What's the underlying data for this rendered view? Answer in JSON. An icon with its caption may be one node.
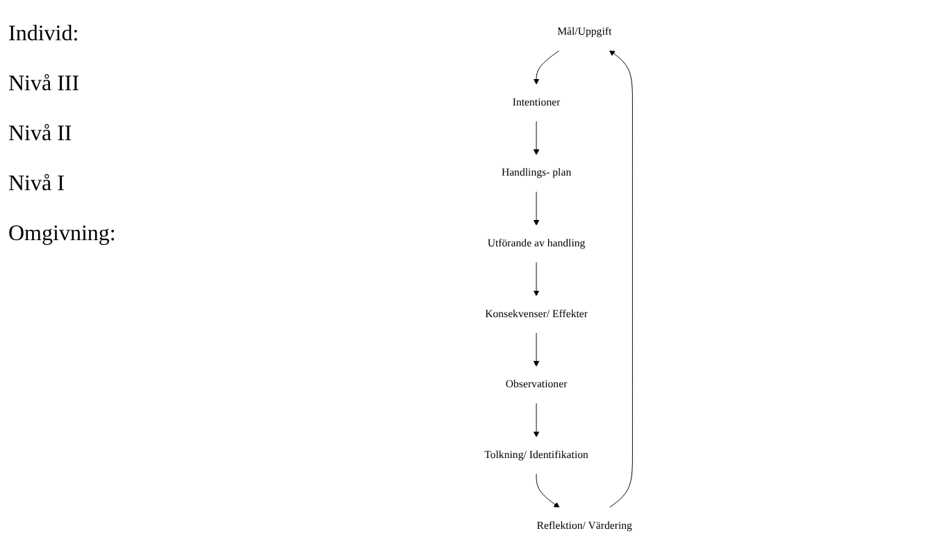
{
  "diagram": {
    "nodes": [
      {
        "text": [
          "Mål/Uppgift"
        ]
      },
      {
        "text": [
          "Intentioner"
        ]
      },
      {
        "text": [
          "Handlings- plan"
        ]
      },
      {
        "text": [
          "Utförande av handling"
        ]
      },
      {
        "text": [
          "Konsekvenser/ Effekter"
        ]
      },
      {
        "text": [
          "Observationer"
        ]
      },
      {
        "text": [
          "Tolkning/ Identifikation"
        ]
      },
      {
        "text": [
          "Reflektion/ Värdering"
        ]
      }
    ],
    "edges": [
      {
        "from": 0,
        "to": 1,
        "arrow": "to"
      },
      {
        "from": 1,
        "to": 2,
        "arrow": "to"
      },
      {
        "from": 2,
        "to": 3,
        "arrow": "to"
      },
      {
        "from": 3,
        "to": 4,
        "arrow": "to"
      },
      {
        "from": 4,
        "to": 5,
        "arrow": "to"
      },
      {
        "from": 5,
        "to": 6,
        "arrow": "to"
      },
      {
        "from": 6,
        "to": 7,
        "arrow": "to"
      },
      {
        "from": 7,
        "to": 0,
        "arrow": "to"
      }
    ],
    "labels": [
      "Individ:",
      "Nivå III",
      "Nivå II",
      "Nivå I",
      "Omgivning:"
    ]
  }
}
